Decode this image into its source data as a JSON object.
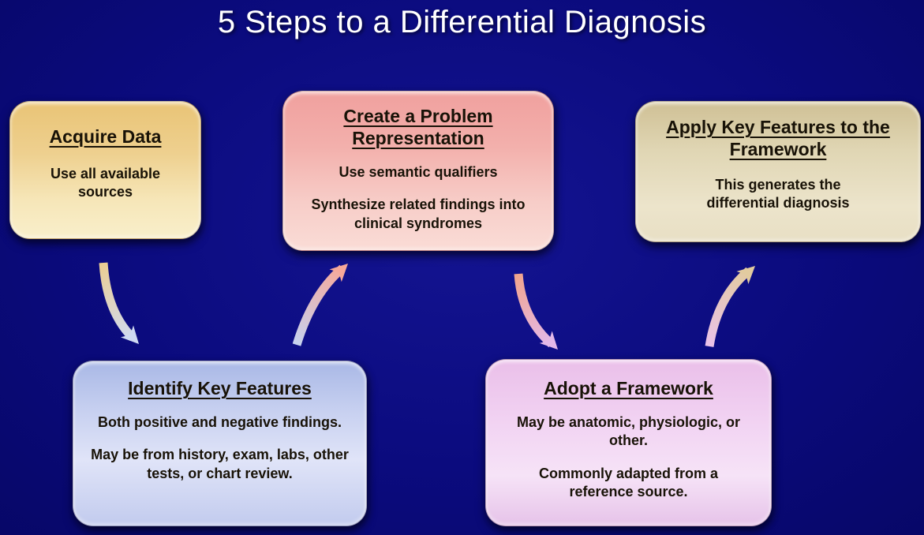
{
  "title": "5 Steps to a Differential Diagnosis",
  "background": {
    "center": "#141492",
    "mid": "#0b0b7e",
    "edge": "#070768"
  },
  "text_color": "#181207",
  "title_color": "#ffffff",
  "boxes": [
    {
      "name": "acquire-data",
      "heading": "Acquire Data",
      "body": [
        "Use all available sources"
      ],
      "colors": [
        {
          "c": "#e9c476",
          "p": "0%"
        },
        {
          "c": "#eed08f",
          "p": "38%"
        },
        {
          "c": "#f6e6b8",
          "p": "72%"
        },
        {
          "c": "#f9efcb",
          "p": "100%"
        }
      ]
    },
    {
      "name": "create-a-problem-representation",
      "heading": "Create a Problem Representation",
      "body": [
        "Use semantic qualifiers",
        "Synthesize related findings into clinical syndromes"
      ],
      "colors": [
        {
          "c": "#f0a09e",
          "p": "0%"
        },
        {
          "c": "#f3b0ac",
          "p": "35%"
        },
        {
          "c": "#f7cdc8",
          "p": "70%"
        },
        {
          "c": "#fadcd6",
          "p": "100%"
        }
      ]
    },
    {
      "name": "apply-key-features-to-the-framework",
      "heading": "Apply Key Features to the Framework",
      "body": [
        "This generates the differential diagnosis"
      ],
      "colors": [
        {
          "c": "#cfc095",
          "p": "0%"
        },
        {
          "c": "#e0d6b4",
          "p": "35%"
        },
        {
          "c": "#ece4cb",
          "p": "75%"
        },
        {
          "c": "#e8dfc4",
          "p": "100%"
        }
      ]
    },
    {
      "name": "identify-key-features",
      "heading": "Identify Key Features",
      "body": [
        "Both positive and negative findings.",
        "May be from history, exam, labs, other tests, or chart review."
      ],
      "colors": [
        {
          "c": "#a9b8e6",
          "p": "0%"
        },
        {
          "c": "#c7d0f0",
          "p": "30%"
        },
        {
          "c": "#e0e4f8",
          "p": "60%"
        },
        {
          "c": "#c2cbee",
          "p": "100%"
        }
      ]
    },
    {
      "name": "adopt-a-framework",
      "heading": "Adopt a Framework",
      "body": [
        "May be anatomic, physiologic, or other.",
        "Commonly adapted from a reference source."
      ],
      "colors": [
        {
          "c": "#eabfe9",
          "p": "0%"
        },
        {
          "c": "#f2d4f3",
          "p": "40%"
        },
        {
          "c": "#f6e3f7",
          "p": "70%"
        },
        {
          "c": "#e6c3e9",
          "p": "100%"
        }
      ]
    }
  ],
  "arrows": [
    {
      "name": "acquire-to-identify",
      "tail_color": "#ecce92",
      "head_color": "#cfdaf2"
    },
    {
      "name": "identify-to-create",
      "tail_color": "#c6d2f0",
      "head_color": "#f6a89a"
    },
    {
      "name": "create-to-adopt",
      "tail_color": "#f1a48d",
      "head_color": "#e3b9e9"
    },
    {
      "name": "adopt-to-apply",
      "tail_color": "#eac2ea",
      "head_color": "#e2cb9f"
    }
  ]
}
